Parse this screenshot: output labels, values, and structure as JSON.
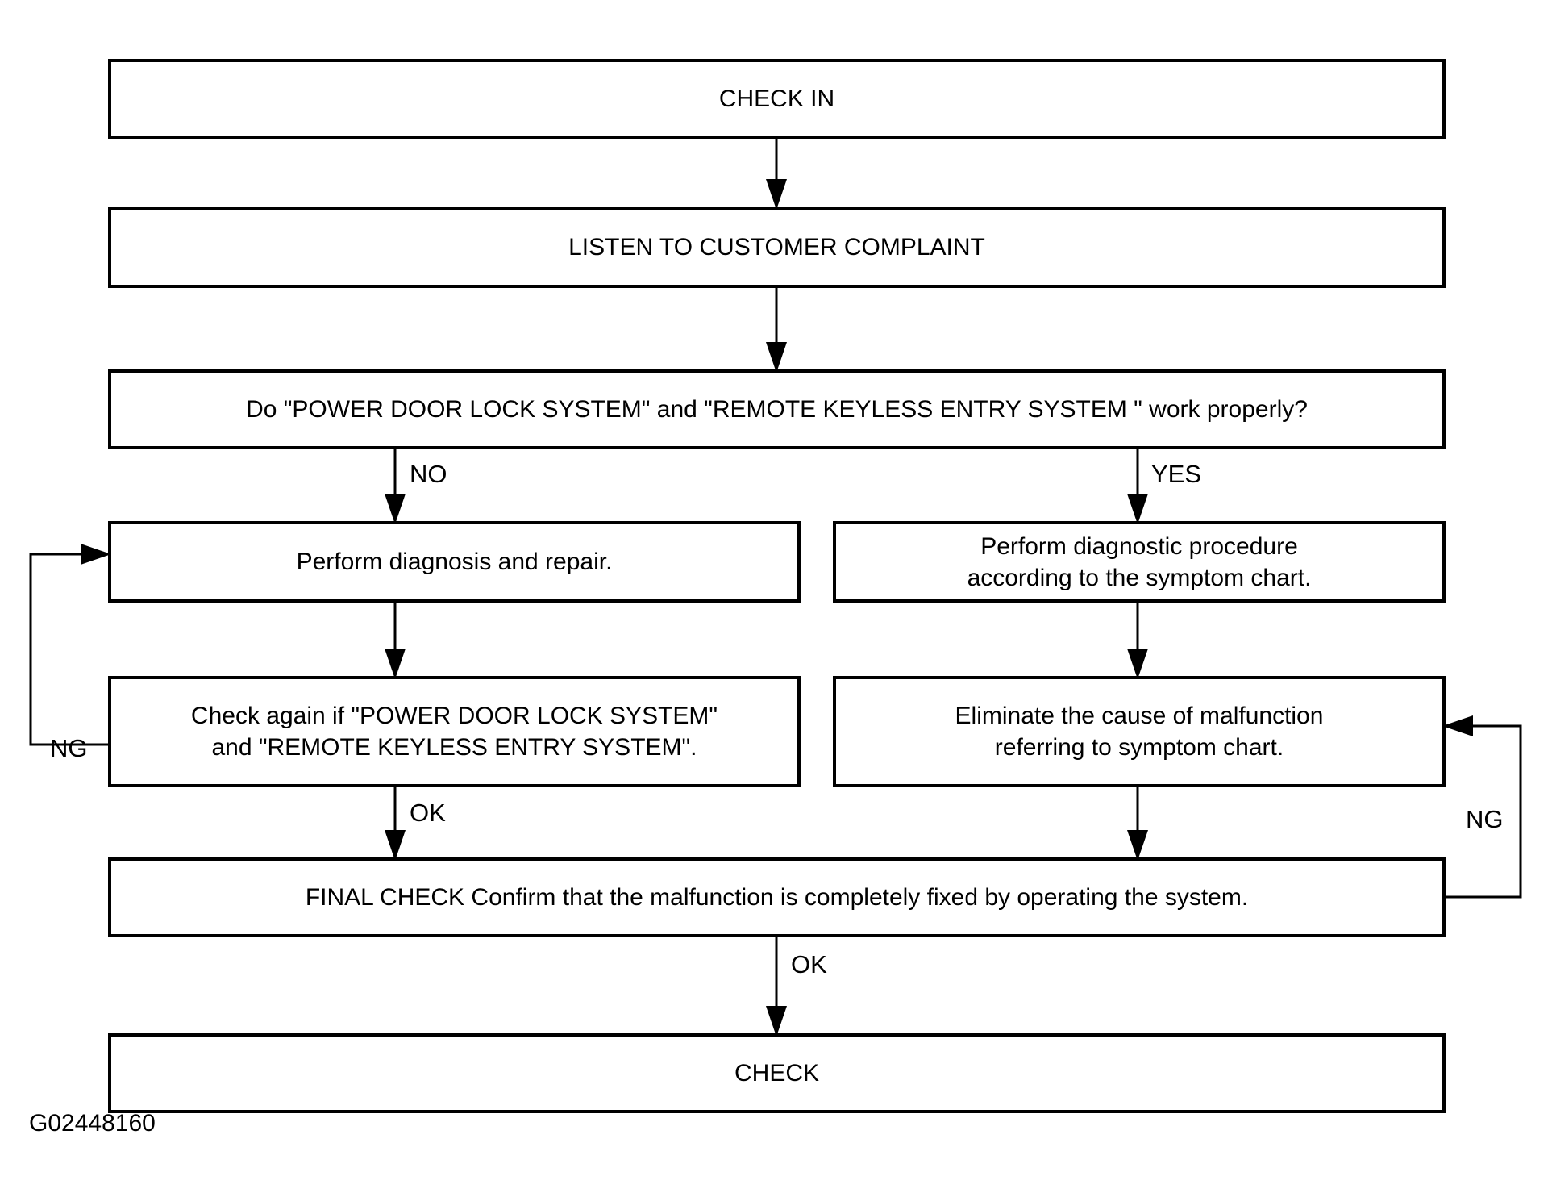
{
  "diagram": {
    "title_caption": "G02448160",
    "nodes": [
      {
        "id": "check-in",
        "text": "CHECK IN"
      },
      {
        "id": "listen-complaint",
        "text": "LISTEN TO CUSTOMER COMPLAINT"
      },
      {
        "id": "decision-systems",
        "text": "Do \"POWER DOOR LOCK SYSTEM\" and \"REMOTE  KEYLESS  ENTRY  SYSTEM \" work properly?"
      },
      {
        "id": "perform-diagnosis",
        "text": "Perform diagnosis and repair."
      },
      {
        "id": "perform-procedure",
        "text": "Perform diagnostic procedure\naccording to the symptom chart."
      },
      {
        "id": "check-again",
        "text": "Check again if \"POWER DOOR LOCK SYSTEM\"\nand \"REMOTE  KEYLESS  ENTRY  SYSTEM\"."
      },
      {
        "id": "eliminate-cause",
        "text": "Eliminate the cause of malfunction\nreferring to symptom chart."
      },
      {
        "id": "final-check",
        "text": "FINAL CHECK Confirm that the malfunction is completely fixed by operating the system."
      },
      {
        "id": "check-out",
        "text": "CHECK"
      }
    ],
    "edge_labels": [
      {
        "id": "no",
        "text": "NO"
      },
      {
        "id": "yes",
        "text": "YES"
      },
      {
        "id": "ng-left",
        "text": "NG"
      },
      {
        "id": "ok-left",
        "text": "OK"
      },
      {
        "id": "ng-right",
        "text": "NG"
      },
      {
        "id": "ok-final",
        "text": "OK"
      }
    ],
    "colors": {
      "stroke": "#000000",
      "fill": "#ffffff",
      "text": "#000000"
    }
  }
}
